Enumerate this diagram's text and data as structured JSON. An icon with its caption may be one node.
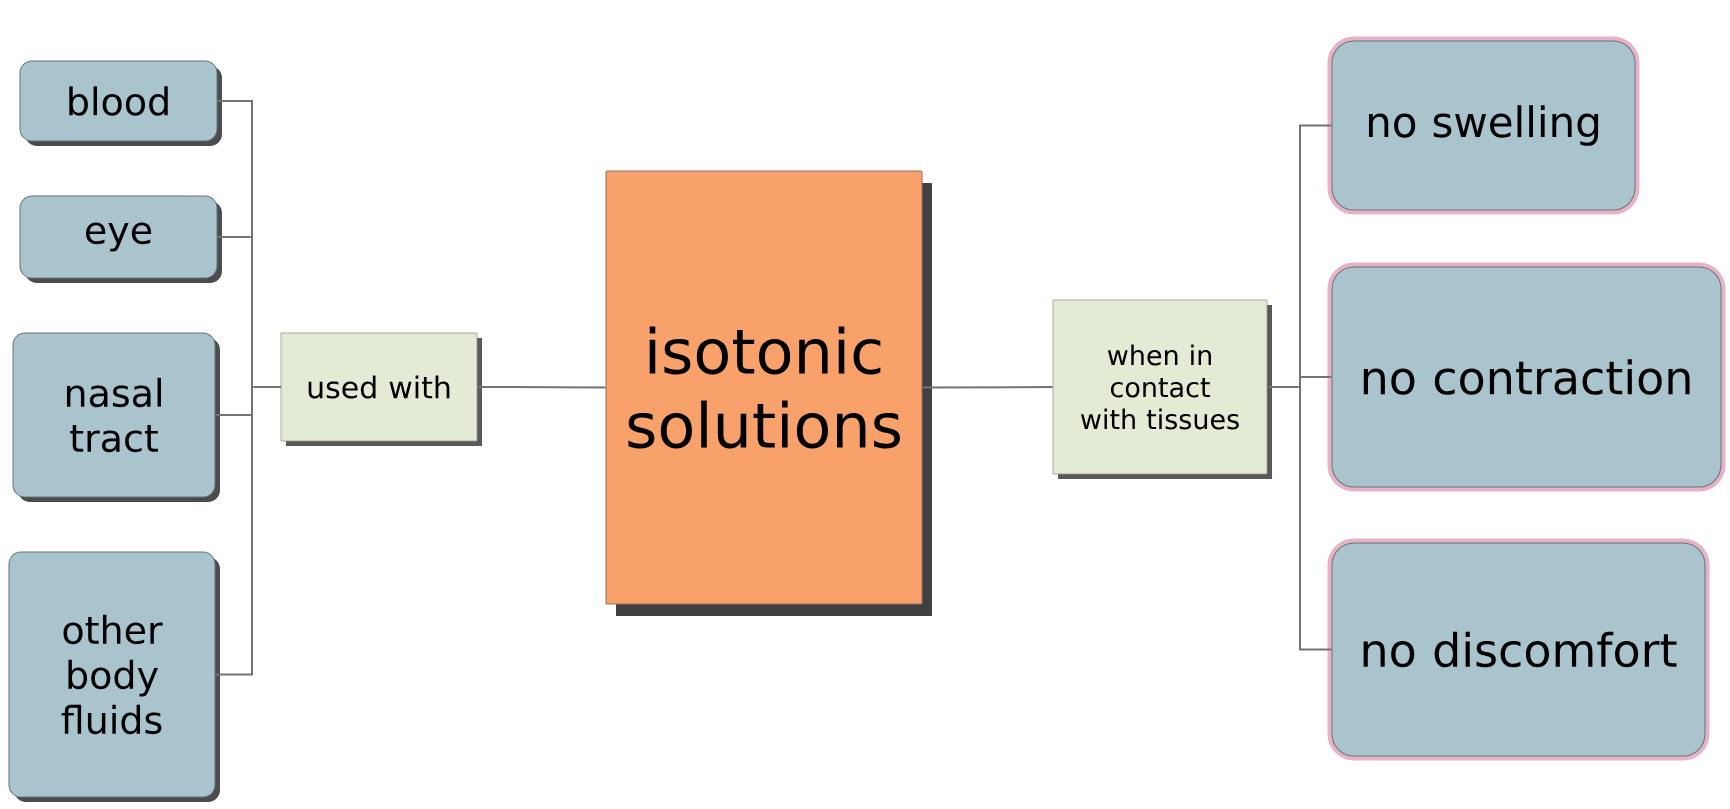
{
  "diagram": {
    "nodes": [
      {
        "text": [
          "isotonic solutions"
        ]
      },
      {
        "text": [
          "used with"
        ]
      },
      {
        "text": [
          "blood"
        ]
      },
      {
        "text": [
          "eye"
        ]
      },
      {
        "text": [
          "nasal tract"
        ]
      },
      {
        "text": [
          "other body fluids"
        ]
      },
      {
        "text": [
          "when in contact with tissues"
        ]
      },
      {
        "text": [
          "no swelling"
        ]
      },
      {
        "text": [
          "no contraction"
        ]
      },
      {
        "text": [
          "no discomfort"
        ]
      }
    ],
    "edges": [
      {
        "from": 0,
        "to": 1,
        "arrow": "none"
      },
      {
        "from": 1,
        "to": 2,
        "arrow": "none"
      },
      {
        "from": 1,
        "to": 3,
        "arrow": "none"
      },
      {
        "from": 1,
        "to": 4,
        "arrow": "none"
      },
      {
        "from": 1,
        "to": 5,
        "arrow": "none"
      },
      {
        "from": 0,
        "to": 6,
        "arrow": "none"
      },
      {
        "from": 6,
        "to": 7,
        "arrow": "none"
      },
      {
        "from": 6,
        "to": 8,
        "arrow": "none"
      },
      {
        "from": 6,
        "to": 9,
        "arrow": "none"
      }
    ]
  }
}
